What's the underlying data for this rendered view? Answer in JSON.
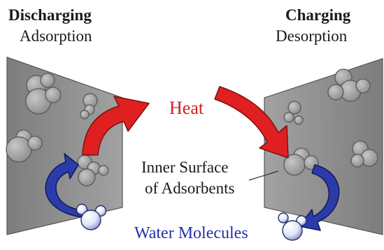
{
  "labels": {
    "discharging": "Discharging",
    "adsorption": "Adsorption",
    "charging": "Charging",
    "desorption": "Desorption",
    "heat": "Heat",
    "inner_surface_line1": "Inner Surface",
    "inner_surface_line2": "of Adsorbents",
    "water_molecules": "Water Molecules"
  },
  "colors": {
    "panel": "#8f8f8f",
    "panel_edge": "#5a5a5a",
    "heat_arrow": "#e02020",
    "water_arrow": "#2b3ba8",
    "water_molecule": "#dfe4f5"
  },
  "icons": [
    "adsorbent-panel",
    "heat-arrow",
    "water-cycle-arrow",
    "water-molecule-icon"
  ]
}
